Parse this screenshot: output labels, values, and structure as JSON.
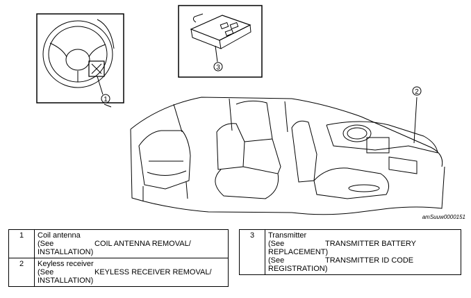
{
  "figure": {
    "callouts": [
      "1",
      "2",
      "3"
    ],
    "figure_id": "amSuuw0000151"
  },
  "legend": [
    {
      "number": "1",
      "title": "Coil antenna",
      "refs": [
        {
          "see": "(See",
          "ref_line1": "COIL ANTENNA REMOVAL/",
          "ref_line2": "INSTALLATION)"
        }
      ]
    },
    {
      "number": "2",
      "title": "Keyless receiver",
      "refs": [
        {
          "see": "(See",
          "ref_line1": "KEYLESS RECEIVER REMOVAL/",
          "ref_line2": "INSTALLATION)"
        }
      ]
    },
    {
      "number": "3",
      "title": "Transmitter",
      "refs": [
        {
          "see": "(See",
          "ref_line1": "TRANSMITTER BATTERY",
          "ref_line2": "REPLACEMENT)"
        },
        {
          "see": "(See",
          "ref_line1": "TRANSMITTER ID CODE",
          "ref_line2": "REGISTRATION)"
        }
      ]
    }
  ]
}
